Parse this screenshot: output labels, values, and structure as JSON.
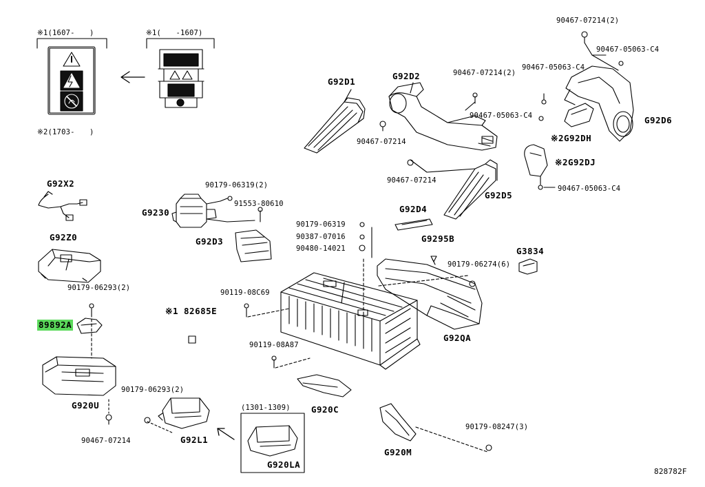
{
  "header_notes": {
    "note_1607_after": "※1(1607-　　)",
    "note_1607_before": "※1(　　-1607)",
    "note_1703": "※2(1703-　　)"
  },
  "parts": {
    "p90467_07214_2_top": "90467-07214(2)",
    "p90467_05063_c4_top": "90467-05063-C4",
    "p90467_05063_c4_mid": "90467-05063-C4",
    "p90467_07214_2_mid": "90467-07214(2)",
    "p90467_05063_c4_b": "90467-05063-C4",
    "p92D1": "G92D1",
    "p92D2": "G92D2",
    "p92D6": "G92D6",
    "p92DH": "※2G92DH",
    "p92DJ": "※2G92DJ",
    "p90467_05063_c4_low": "90467-05063-C4",
    "p90467_07214_a": "90467-07214",
    "p90467_07214_b": "90467-07214",
    "p92D5": "G92D5",
    "p92X2": "G92X2",
    "p90179_06319_2": "90179-06319(2)",
    "p91553_80610": "91553-80610",
    "p9230": "G9230",
    "p92D3": "G92D3",
    "p92Z0": "G92Z0",
    "p92D4": "G92D4",
    "p90179_06319": "90179-06319",
    "p90387_07016": "90387-07016",
    "p90480_14021": "90480-14021",
    "p9295B": "G9295B",
    "p3834": "G3834",
    "p90179_06274_6": "90179-06274(6)",
    "p90179_06293_2a": "90179-06293(2)",
    "p89892A": "89892A",
    "p82685E": "※1 82685E",
    "p90119_08C69": "90119-08C69",
    "p92QA": "G92QA",
    "p90119_08A87": "90119-08A87",
    "p9200U": "G920U",
    "p90179_06293_2b": "90179-06293(2)",
    "p92C0": "G920C",
    "p90467_07214_c": "90467-07214",
    "p92L1": "G92L1",
    "p1301_1309": "(1301-1309)",
    "p920LA": "G920LA",
    "p90179_08247_3": "90179-08247(3)",
    "p920M": "G920M"
  },
  "diagram_ref": "828782F",
  "colors": {
    "highlight": "#5bd95b",
    "line": "#000000",
    "background": "#ffffff"
  }
}
